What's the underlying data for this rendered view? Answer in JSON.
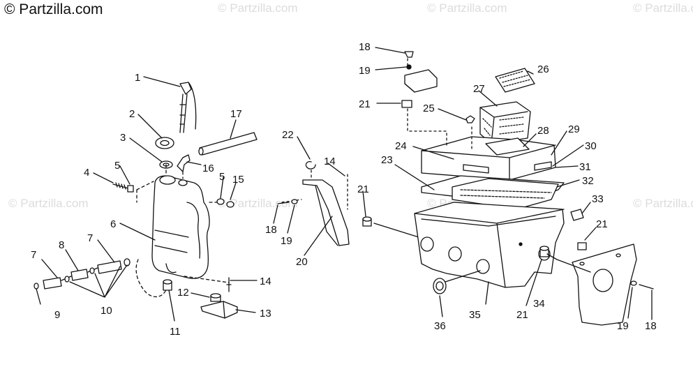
{
  "watermark": {
    "main": "© Partzilla.com",
    "repeat": "© Partzilla.com"
  },
  "callouts": {
    "c1": "1",
    "c2": "2",
    "c3": "3",
    "c4": "4",
    "c5a": "5",
    "c5b": "5",
    "c6": "6",
    "c7a": "7",
    "c7b": "7",
    "c8": "8",
    "c9": "9",
    "c10": "10",
    "c11": "11",
    "c12": "12",
    "c13": "13",
    "c14a": "14",
    "c14b": "14",
    "c15": "15",
    "c16": "16",
    "c17": "17",
    "c18a": "18",
    "c18b": "18",
    "c18c": "18",
    "c19a": "19",
    "c19b": "19",
    "c19c": "19",
    "c20": "20",
    "c21a": "21",
    "c21b": "21",
    "c21c": "21",
    "c21d": "21",
    "c22": "22",
    "c23": "23",
    "c24": "24",
    "c25": "25",
    "c26": "26",
    "c27": "27",
    "c28": "28",
    "c29": "29",
    "c30": "30",
    "c31": "31",
    "c32": "32",
    "c33": "33",
    "c34": "34",
    "c35": "35",
    "c36": "36"
  }
}
